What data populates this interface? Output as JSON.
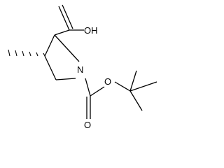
{
  "structure": {
    "atoms": {
      "nitrogen": "N",
      "hydroxyl": "OH",
      "ester_oxygen": "O",
      "carbonyl_oxygen_boc": "O"
    }
  }
}
